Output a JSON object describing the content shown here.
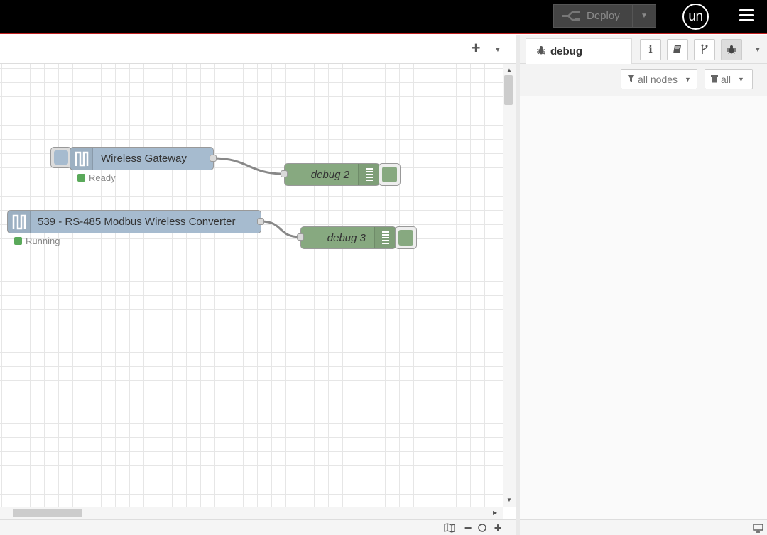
{
  "header": {
    "deploy_label": "Deploy",
    "user_initials": "un"
  },
  "workspace": {
    "nodes": {
      "gateway": {
        "label": "Wireless Gateway",
        "status": "Ready"
      },
      "converter": {
        "label": "539 - RS-485 Modbus Wireless Converter",
        "status": "Running"
      },
      "debug2": {
        "label": "debug 2"
      },
      "debug3": {
        "label": "debug 3"
      }
    }
  },
  "sidebar": {
    "active_tab": "debug",
    "filter_label": "all nodes",
    "clear_label": "all"
  },
  "colors": {
    "header_bg": "#000000",
    "header_accent": "#c02020",
    "input_node": "#a6bbcf",
    "debug_node": "#87a980",
    "status_ok": "#5aa95a"
  },
  "icons": [
    "deploy-icon",
    "menu-icon",
    "add-icon",
    "bug-icon",
    "info-icon",
    "book-icon",
    "branch-icon",
    "filter-icon",
    "trash-icon",
    "map-icon",
    "zoom-out-icon",
    "zoom-reset-icon",
    "zoom-in-icon",
    "monitor-icon"
  ]
}
